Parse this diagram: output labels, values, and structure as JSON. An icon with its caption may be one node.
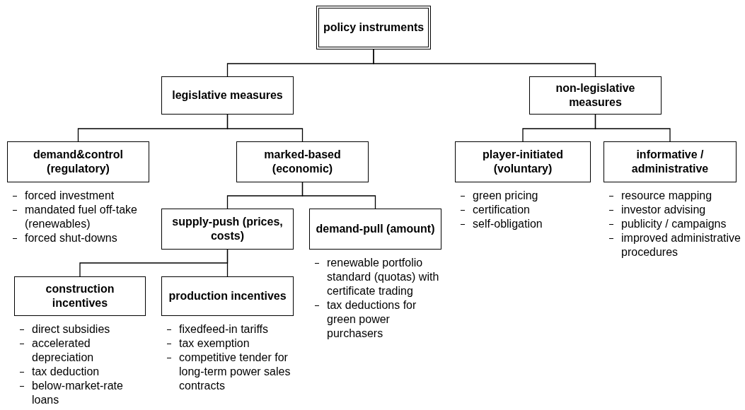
{
  "diagram": {
    "nodes": [
      {
        "text": [
          "policy instruments"
        ]
      },
      {
        "text": [
          "legislative measures"
        ]
      },
      {
        "text": [
          "non-legislative measures"
        ]
      },
      {
        "text": [
          "demand&control (regulatory)"
        ],
        "beside": [
          "forced investment",
          "mandated fuel off-take (renewables)",
          "forced shut-downs"
        ]
      },
      {
        "text": [
          "marked-based (economic)"
        ]
      },
      {
        "text": [
          "player-initiated (voluntary)"
        ],
        "beside": [
          "green pricing",
          "certification",
          "self-obligation"
        ]
      },
      {
        "text": [
          "informative / administrative"
        ],
        "beside": [
          "resource mapping",
          "investor advising",
          "publicity / campaigns",
          "improved administrative procedures"
        ]
      },
      {
        "text": [
          "supply-push (prices, costs)"
        ]
      },
      {
        "text": [
          "demand-pull (amount)"
        ],
        "beside": [
          "renewable portfolio standard (quotas) with certificate trading",
          "tax deductions for green power purchasers"
        ]
      },
      {
        "text": [
          "construction incentives"
        ],
        "beside": [
          "direct subsidies",
          "accelerated depreciation",
          "tax deduction",
          "below-market-rate loans"
        ]
      },
      {
        "text": [
          "production incentives"
        ],
        "beside": [
          "fixedfeed-in tariffs",
          "tax exemption",
          "competitive tender for long-term power sales contracts"
        ]
      }
    ],
    "edges": [
      {
        "from": 0,
        "to": 1,
        "arrow": "none"
      },
      {
        "from": 0,
        "to": 2,
        "arrow": "none"
      },
      {
        "from": 1,
        "to": 3,
        "arrow": "none"
      },
      {
        "from": 1,
        "to": 4,
        "arrow": "none"
      },
      {
        "from": 2,
        "to": 5,
        "arrow": "none"
      },
      {
        "from": 2,
        "to": 6,
        "arrow": "none"
      },
      {
        "from": 4,
        "to": 7,
        "arrow": "none"
      },
      {
        "from": 4,
        "to": 8,
        "arrow": "none"
      },
      {
        "from": 7,
        "to": 9,
        "arrow": "none"
      },
      {
        "from": 7,
        "to": 10,
        "arrow": "none"
      }
    ]
  }
}
